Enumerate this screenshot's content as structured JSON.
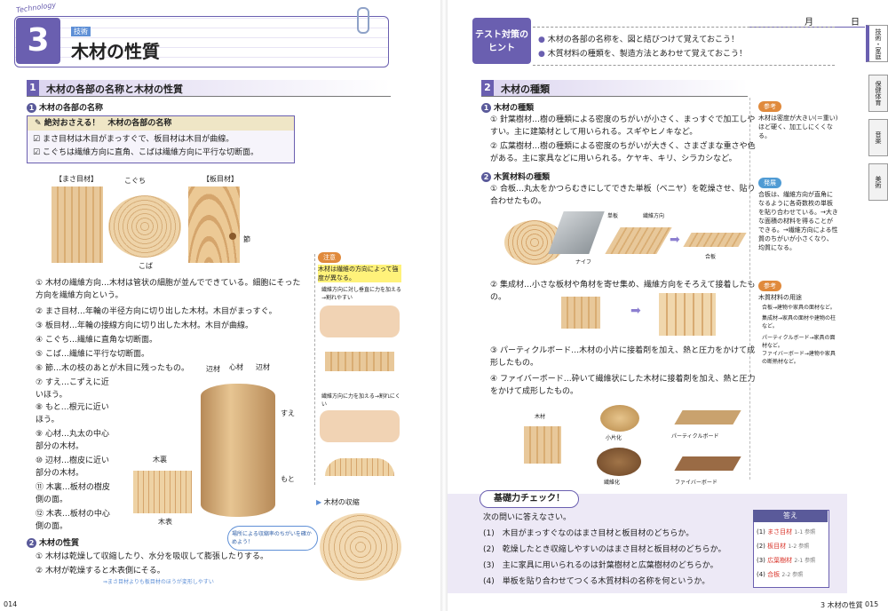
{
  "left_page": {
    "technology_label": "Technology",
    "chapter_num": "3",
    "chapter_tag": "技術",
    "chapter_title": "木材の性質",
    "section1": {
      "num": "1",
      "title": "木材の各部の名称と木材の性質"
    },
    "sub1": {
      "num": "1",
      "title": "木材の各部の名称"
    },
    "must_box": {
      "title": "絶対おさえる！　木材の各部の名称",
      "line1": "まさ目材は木目がまっすぐで、板目材は木目が曲線。",
      "line2": "こぐちは繊維方向に直角、こばは繊維方向に平行な切断面。"
    },
    "diagram1": {
      "label_masame": "【まさ目材】",
      "label_itame": "【板目材】",
      "label_koguchi": "こぐち",
      "label_koba": "こば",
      "label_fushi": "節"
    },
    "list": [
      {
        "n": "①",
        "text": "木材の繊維方向…木材は管状の細胞が並んでできている。細胞にそった方向を繊維方向という。"
      },
      {
        "n": "②",
        "text": "まさ目材…年輪の半径方向に切り出した木材。木目がまっすぐ。"
      },
      {
        "n": "③",
        "text": "板目材…年輪の接線方向に切り出した木材。木目が曲線。"
      },
      {
        "n": "④",
        "text": "こぐち…繊維に直角な切断面。"
      },
      {
        "n": "⑤",
        "text": "こば…繊維に平行な切断面。"
      },
      {
        "n": "⑥",
        "text": "節…木の枝のあとが木目に残ったもの。"
      },
      {
        "n": "⑦",
        "text": "すえ…こずえに近いほう。"
      },
      {
        "n": "⑧",
        "text": "もと…根元に近いほう。"
      },
      {
        "n": "⑨",
        "text": "心材…丸太の中心部分の木材。"
      },
      {
        "n": "⑩",
        "text": "辺材…樹皮に近い部分の木材。"
      },
      {
        "n": "⑪",
        "text": "木裏…板材の樹皮側の面。"
      },
      {
        "n": "⑫",
        "text": "木表…板材の中心側の面。"
      }
    ],
    "diagram2": {
      "henzai_l": "辺材",
      "shinzai": "心材",
      "henzai_r": "辺材",
      "sue": "すえ",
      "moto": "もと",
      "kiura": "木裏",
      "kiomote": "木表"
    },
    "sub2": {
      "num": "2",
      "title": "木材の性質"
    },
    "props": [
      {
        "n": "①",
        "text": "木材は乾燥して収縮したり、水分を吸収して膨張したりする。"
      },
      {
        "n": "②",
        "text": "木材が乾燥すると木表側にそる。"
      }
    ],
    "props_note": "⇒まさ目材よりも板目材のほうが変形しやすい",
    "caution": {
      "tag": "注意",
      "head": "木材は繊維の方向によって強度が異なる。",
      "note1": "繊維方向に対し垂直に力を加える→割れやすい",
      "note2": "繊維方向に力を加える→割れにくい"
    },
    "shrink": {
      "title": "木材の収縮",
      "bubble": "場所による収縮率のちがいを確かめよう！"
    },
    "page_num": "014"
  },
  "right_page": {
    "date_month": "月",
    "date_day": "日",
    "hint_badge": "テスト対策のヒント",
    "hints": [
      "木材の各部の名称を、図と結びつけて覚えておこう！",
      "木質材料の種類を、製造方法とあわせて覚えておこう！"
    ],
    "section2": {
      "num": "2",
      "title": "木材の種類"
    },
    "sub1": {
      "num": "1",
      "title": "木材の種類"
    },
    "kinds": [
      {
        "n": "①",
        "text": "針葉樹材…樹の種類による密度のちがいが小さく、まっすぐで加工しやすい。主に建築材として用いられる。スギやヒノキなど。"
      },
      {
        "n": "②",
        "text": "広葉樹材…樹の種類による密度のちがいが大きく、さまざまな重さや色がある。主に家具などに用いられる。ケヤキ、キリ、シラカシなど。"
      }
    ],
    "sub2": {
      "num": "2",
      "title": "木質材料の種類"
    },
    "materials": [
      {
        "n": "①",
        "text": "合板…丸太をかつらむきにしてできた単板（ベニヤ）を乾燥させ、貼り合わせたもの。"
      },
      {
        "n": "②",
        "text": "集成材…小さな板材や角材を寄せ集め、繊維方向をそろえて接着したもの。"
      },
      {
        "n": "③",
        "text": "パーティクルボード…木材の小片に接着剤を加え、熱と圧力をかけて成形したもの。"
      },
      {
        "n": "④",
        "text": "ファイバーボード…砕いて繊維状にした木材に接着剤を加え、熱と圧力をかけて成形したもの。"
      }
    ],
    "plywood_labels": {
      "tanban": "単板",
      "sen_i": "繊維方向",
      "naifu": "ナイフ",
      "goban": "合板"
    },
    "board_labels": {
      "mokuzai": "木材",
      "shohenka": "小片化",
      "particle": "パーティクルボード",
      "sen_ika": "繊維化",
      "fiber": "ファイバーボード"
    },
    "side1": {
      "tag": "参考",
      "text": "木材は密度が大きい(＝重い)ほど硬く、加工しにくくなる。"
    },
    "side2": {
      "tag": "発展",
      "text": "合板は、繊維方向が直角になるように各奇数枚の単板を貼り合わせている。→大きな面積の材料を得ることができる。→繊維方向による性質のちがいが小さくなり、均質になる。"
    },
    "side3": {
      "tag": "参考",
      "head": "木質材料の用途",
      "items": [
        "合板→建物や家具の面材など。",
        "集成材→家具の面材や建物の柱など。",
        "パーティクルボード→家具の面材など。",
        "ファイバーボード→建物や家具の断熱材など。"
      ]
    },
    "check": {
      "title": "基礎力チェック！",
      "intro": "次の問いに答えなさい。",
      "questions": [
        {
          "n": "(1)",
          "text": "木目がまっすぐなのはまさ目材と板目材のどちらか。"
        },
        {
          "n": "(2)",
          "text": "乾燥したとき収縮しやすいのはまさ目材と板目材のどちらか。"
        },
        {
          "n": "(3)",
          "text": "主に家具に用いられるのは針葉樹材と広葉樹材のどちらか。"
        },
        {
          "n": "(4)",
          "text": "単板を貼り合わせてつくる木質材料の名称を何というか。"
        }
      ],
      "answer_title": "答え",
      "answers": [
        {
          "n": "(1)",
          "text": "まさ目材",
          "ref": "1-1 参照"
        },
        {
          "n": "(2)",
          "text": "板目材",
          "ref": "1-2 参照"
        },
        {
          "n": "(3)",
          "text": "広葉樹材",
          "ref": "2-1 参照"
        },
        {
          "n": "(4)",
          "text": "合板",
          "ref": "2-2 参照"
        }
      ]
    },
    "tabs": [
      "技術・家庭",
      "保健体育",
      "音楽",
      "美術"
    ],
    "footer": "3 木材の性質",
    "page_num": "015"
  }
}
